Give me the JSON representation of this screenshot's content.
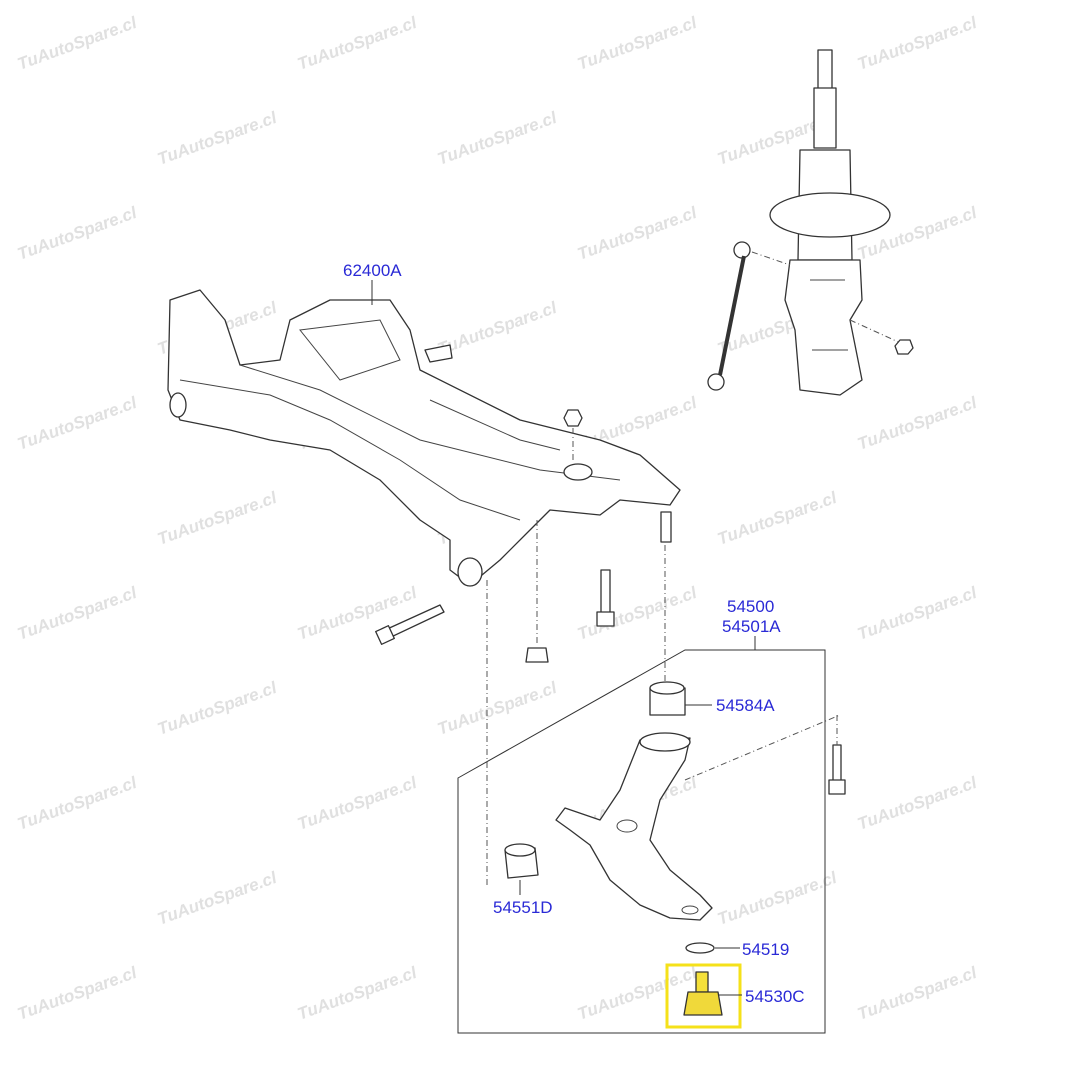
{
  "diagram": {
    "watermark": "TuAutoSpare.cl",
    "highlight_color": "#f5e11a",
    "label_color": "#2a2ad6",
    "labels": {
      "subframe": "62400A",
      "lower_arm": "54500",
      "lower_arm_alt": "54501A",
      "bushing_rear": "54584A",
      "bushing_front": "54551D",
      "ring": "54519",
      "ball_joint": "54530C"
    }
  }
}
